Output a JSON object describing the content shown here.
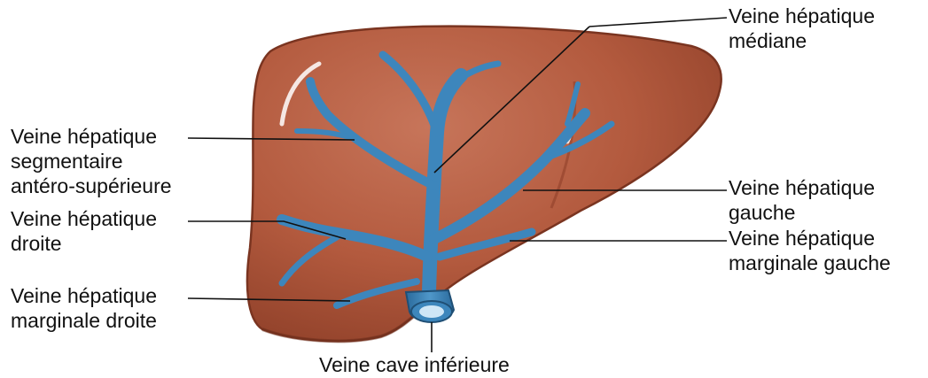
{
  "labels": {
    "mediane": [
      "Veine hépatique",
      "médiane"
    ],
    "segmentaire": [
      "Veine hépatique",
      "segmentaire",
      "antéro-supérieure"
    ],
    "droite": [
      "Veine hépatique",
      "droite"
    ],
    "marginale_droite": [
      "Veine hépatique",
      "marginale droite"
    ],
    "gauche": [
      "Veine hépatique",
      "gauche"
    ],
    "marginale_gauche": [
      "Veine hépatique",
      "marginale gauche"
    ],
    "cave": "Veine cave inférieure"
  },
  "colors": {
    "liver": "#b35a3e",
    "liver_edge": "#7a3420",
    "vein": "#3d86bc",
    "vein_dark": "#2a6a9c",
    "leader_line": "#111111"
  }
}
